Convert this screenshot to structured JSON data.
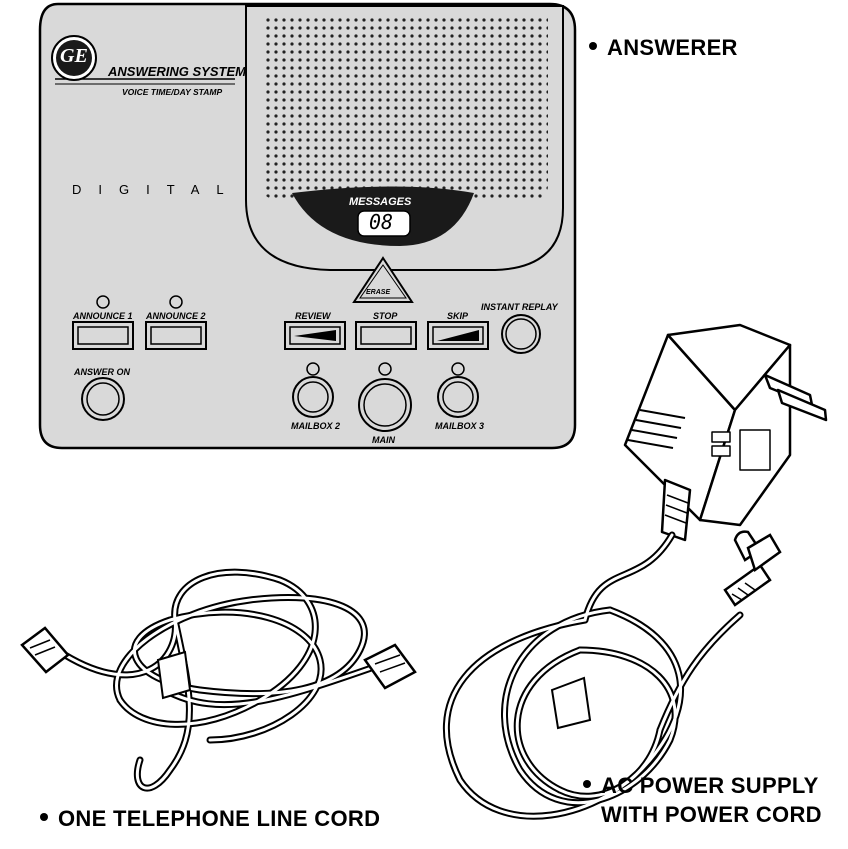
{
  "captions": {
    "answerer": "ANSWERER",
    "line_cord": "ONE TELEPHONE LINE CORD",
    "power_supply_line1": "AC POWER SUPPLY",
    "power_supply_line2": "WITH POWER CORD"
  },
  "device": {
    "logo_text": "GE",
    "brand_title": "ANSWERING SYSTEM",
    "brand_subtitle": "VOICE TIME/DAY STAMP",
    "digital_label": "DIGITAL",
    "messages_label": "MESSAGES",
    "message_count": "08",
    "erase_label": "ERASE",
    "buttons": {
      "announce1": "ANNOUNCE 1",
      "announce2": "ANNOUNCE 2",
      "answer_on": "ANSWER ON",
      "review": "REVIEW",
      "stop": "STOP",
      "skip": "SKIP",
      "instant_replay": "INSTANT REPLAY",
      "mailbox2": "MAILBOX 2",
      "main": "MAIN",
      "mailbox3": "MAILBOX 3"
    }
  },
  "colors": {
    "device_body": "#d9d9d9",
    "display_band": "#1a1a1a",
    "outline": "#000000"
  }
}
